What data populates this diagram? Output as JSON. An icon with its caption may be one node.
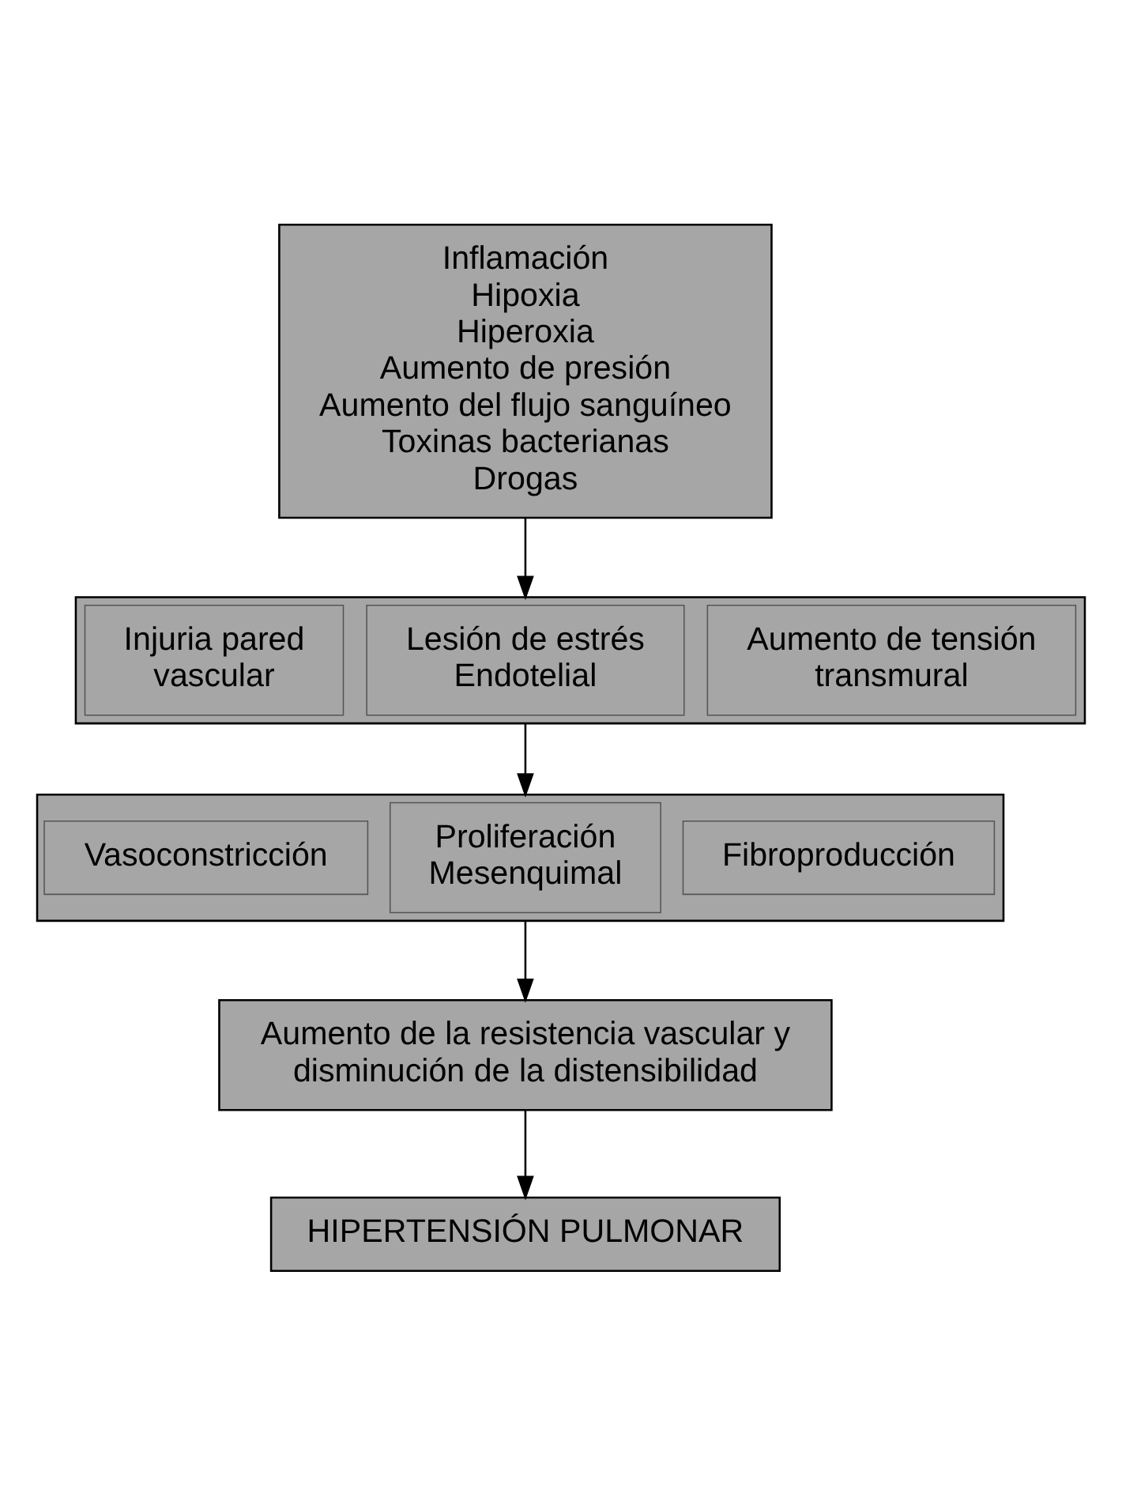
{
  "diagram": {
    "nodes": [
      {
        "text": [
          "Inflamación",
          "Hipoxia",
          "Hiperoxia",
          "Aumento de presión",
          "Aumento del flujo sanguíneo",
          "Toxinas bacterianas",
          "Drogas"
        ]
      },
      {
        "text": [],
        "shape": "box"
      },
      {
        "text": [
          "Injuria pared vascular"
        ],
        "in": 1
      },
      {
        "text": [
          "Lesión de estrés Endotelial"
        ],
        "in": 1
      },
      {
        "text": [
          "Aumento de tensión transmural"
        ],
        "in": 1
      },
      {
        "text": [],
        "shape": "box"
      },
      {
        "text": [
          "Vasoconstricción"
        ],
        "in": 5
      },
      {
        "text": [
          "Proliferación Mesenquimal"
        ],
        "in": 5
      },
      {
        "text": [
          "Fibroproducción"
        ],
        "in": 5
      },
      {
        "text": [
          "Aumento de la resistencia vascular y disminución de la distensibilidad"
        ]
      },
      {
        "text": [
          "HIPERTENSIÓN PULMONAR"
        ]
      }
    ],
    "edges": [
      {
        "from": 0,
        "to": 1,
        "arrow": "to"
      },
      {
        "from": 1,
        "to": 5,
        "arrow": "to"
      },
      {
        "from": 5,
        "to": 9,
        "arrow": "to"
      },
      {
        "from": 9,
        "to": 10,
        "arrow": "to"
      }
    ]
  }
}
